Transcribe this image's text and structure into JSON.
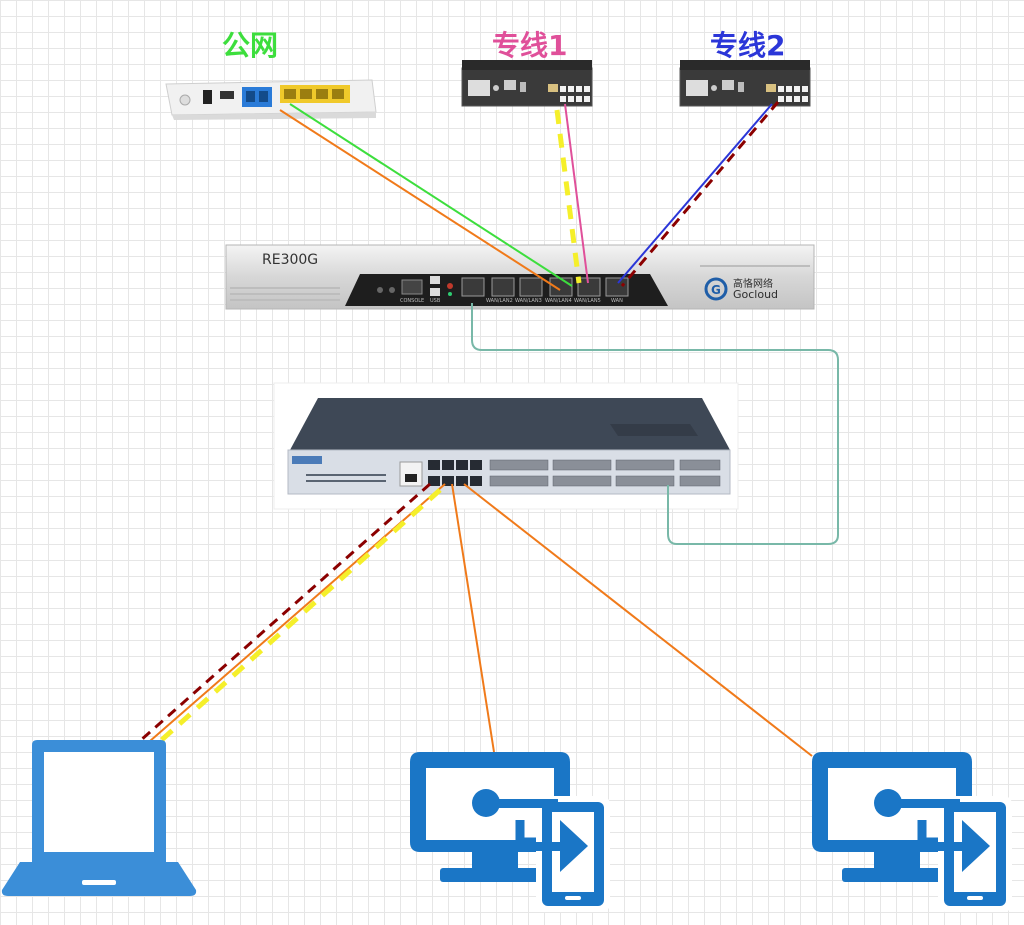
{
  "labels": {
    "public_net": "公网",
    "line1": "专线1",
    "line2": "专线2"
  },
  "router": {
    "model": "RE300G",
    "brand_cn": "高恪网络",
    "brand_en": "Gocloud",
    "port_labels": [
      "CONSOLE",
      "USB",
      "WAN/LAN2",
      "WAN/LAN3",
      "WAN/LAN4",
      "WAN/LAN5",
      "WAN"
    ]
  },
  "colors": {
    "public_net": "#3dde3d",
    "line1": "#e0509a",
    "line2": "#2b36d8",
    "orange_link": "#f07a1a",
    "dark_red_dash": "#8b0000",
    "yellow_dash": "#f5ef2a",
    "teal_link": "#78b8a8",
    "endpoint_blue": "#1a76c6",
    "laptop_blue": "#3b8ed8"
  },
  "icons": [
    "modem-icon",
    "dedicated-line-device-icon",
    "router-icon",
    "switch-icon",
    "laptop-icon",
    "remote-desktop-icon"
  ]
}
